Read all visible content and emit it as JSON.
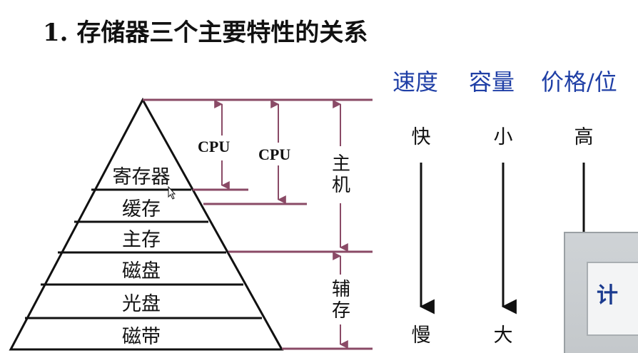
{
  "title": "1. 存储器三个主要特性的关系",
  "pyramid": {
    "tiers": [
      "寄存器",
      "缓存",
      "主存",
      "磁盘",
      "光盘",
      "磁带"
    ]
  },
  "cpu_labels": [
    "CPU",
    "CPU"
  ],
  "groups": {
    "host": "主机",
    "auxiliary": "辅存"
  },
  "columns": [
    {
      "header": "速度",
      "top": "快",
      "bottom": "慢"
    },
    {
      "header": "容量",
      "top": "小",
      "bottom": "大"
    },
    {
      "header": "价格/位",
      "top": "高",
      "bottom": ""
    }
  ],
  "photo_text": "计",
  "colors": {
    "header_blue": "#1f3fa6",
    "line_maroon": "#8a4a66",
    "pyramid_black": "#111111"
  }
}
